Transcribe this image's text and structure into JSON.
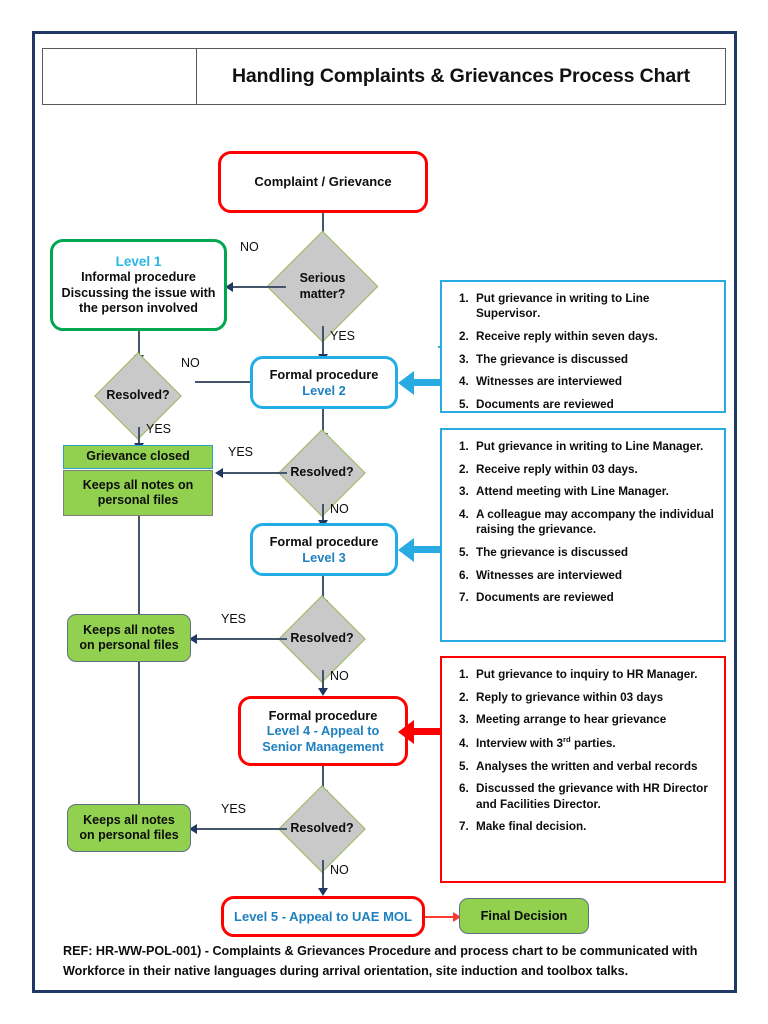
{
  "header": {
    "left_cell": "",
    "title": "Handling Complaints & Grievances Process Chart"
  },
  "colors": {
    "frame": "#1F3864",
    "red": "#FF0000",
    "green_border": "#00A650",
    "cyan_border": "#22AEE4",
    "green_fill": "#92D050",
    "diamond_fill": "#C9C9C9",
    "diamond_border": "#9BBB59",
    "link_blue": "#1F80C0",
    "level1_cyan": "#29B5E8",
    "connector": "#44546A"
  },
  "nodes": {
    "start": {
      "label": "Complaint / Grievance"
    },
    "level1": {
      "title": "Level 1",
      "line1": "Informal procedure",
      "line2": "Discussing the issue with",
      "line3": "the person involved"
    },
    "level2": {
      "line1": "Formal procedure",
      "line2": "Level 2"
    },
    "level3": {
      "line1": "Formal procedure",
      "line2": "Level 3"
    },
    "level4": {
      "line1": "Formal procedure",
      "line2": "Level 4 - Appeal to",
      "line3": "Senior Management"
    },
    "level5": {
      "label": "Level 5 - Appeal to UAE MOL"
    },
    "final_decision": {
      "label": "Final Decision"
    },
    "grievance_closed": {
      "label": "Grievance closed"
    },
    "keeps_notes_1": {
      "line1": "Keeps all notes on",
      "line2": "personal files"
    },
    "keeps_notes_2": {
      "line1": "Keeps all notes",
      "line2": "on personal files"
    },
    "keeps_notes_3": {
      "line1": "Keeps all notes",
      "line2": "on personal files"
    }
  },
  "decisions": {
    "serious": {
      "line1": "Serious",
      "line2": "matter?"
    },
    "resolved_level1": {
      "line1": "Resolved?",
      "line2": ""
    },
    "resolved_level2": {
      "line1": "Resolved?",
      "line2": ""
    },
    "resolved_level3": {
      "line1": "Resolved?",
      "line2": ""
    },
    "resolved_level4": {
      "line1": "Resolved?",
      "line2": ""
    }
  },
  "branch_labels": {
    "serious_no": "NO",
    "serious_yes": "YES",
    "resolved1_no": "NO",
    "resolved1_yes": "YES",
    "resolved2_yes": "YES",
    "resolved2_no": "NO",
    "resolved3_yes": "YES",
    "resolved3_no": "NO",
    "resolved4_yes": "YES",
    "resolved4_no": "NO"
  },
  "notes": {
    "level2_steps": [
      "Put grievance in writing to <b>Line Supervisor</b>.",
      "Receive reply within seven days.",
      "The grievance is discussed",
      "Witnesses are interviewed",
      "Documents are reviewed"
    ],
    "level3_steps": [
      "Put grievance in writing to Line Manager.",
      "Receive reply within 03 days.",
      "Attend meeting with Line Manager.",
      "A colleague may accompany the individual raising the grievance.",
      "The grievance is discussed",
      "Witnesses are interviewed",
      "Documents are reviewed"
    ],
    "level4_steps": [
      "Put grievance to inquiry to HR Manager.",
      "Reply to grievance within 03 days",
      "Meeting arrange to hear grievance",
      "Interview with 3<sup>rd</sup> parties.",
      "Analyses the written and verbal records",
      "Discussed the grievance with HR Director and Facilities Director.",
      "Make final decision."
    ]
  },
  "footer": {
    "ref": "REF: HR-WW-POL-001) - Complaints & Grievances Procedure and process chart to be communicated with Workforce in their native languages during arrival orientation, site induction and toolbox talks."
  }
}
